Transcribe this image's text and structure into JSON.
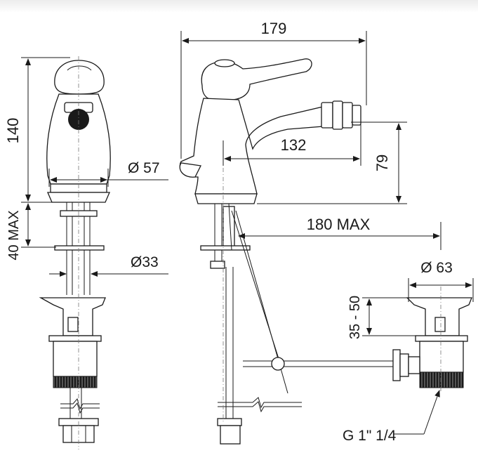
{
  "dimensions": {
    "width_total": "179",
    "height_total": "140",
    "spout_reach": "132",
    "spout_height": "79",
    "base_diameter": "Ø 57",
    "hole_diameter": "Ø33",
    "deck_thickness": "40 MAX",
    "pullrod_length": "180 MAX",
    "waste_diameter": "Ø 63",
    "waste_range": "35 - 50",
    "thread": "G 1\" 1/4"
  }
}
